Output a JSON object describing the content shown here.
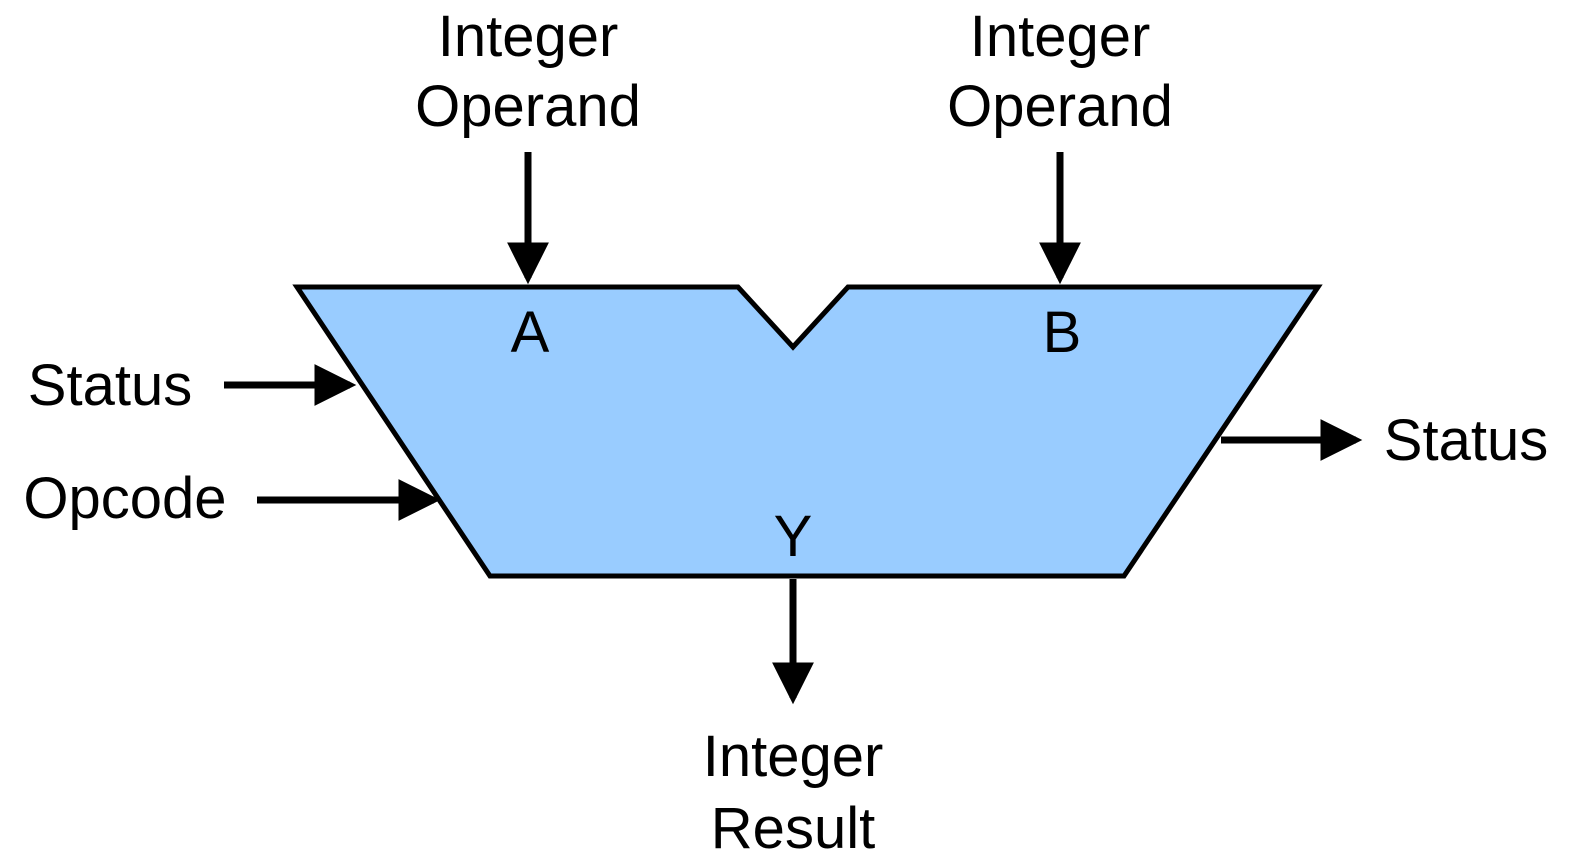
{
  "diagram": {
    "shape": {
      "fill": "#99CCFF",
      "stroke": "#000000"
    },
    "ports": {
      "a": "A",
      "b": "B",
      "y": "Y"
    },
    "labels": {
      "operand_a": {
        "line1": "Integer",
        "line2": "Operand"
      },
      "operand_b": {
        "line1": "Integer",
        "line2": "Operand"
      },
      "status_in": "Status",
      "opcode": "Opcode",
      "status_out": "Status",
      "result": {
        "line1": "Integer",
        "line2": "Result"
      }
    }
  }
}
